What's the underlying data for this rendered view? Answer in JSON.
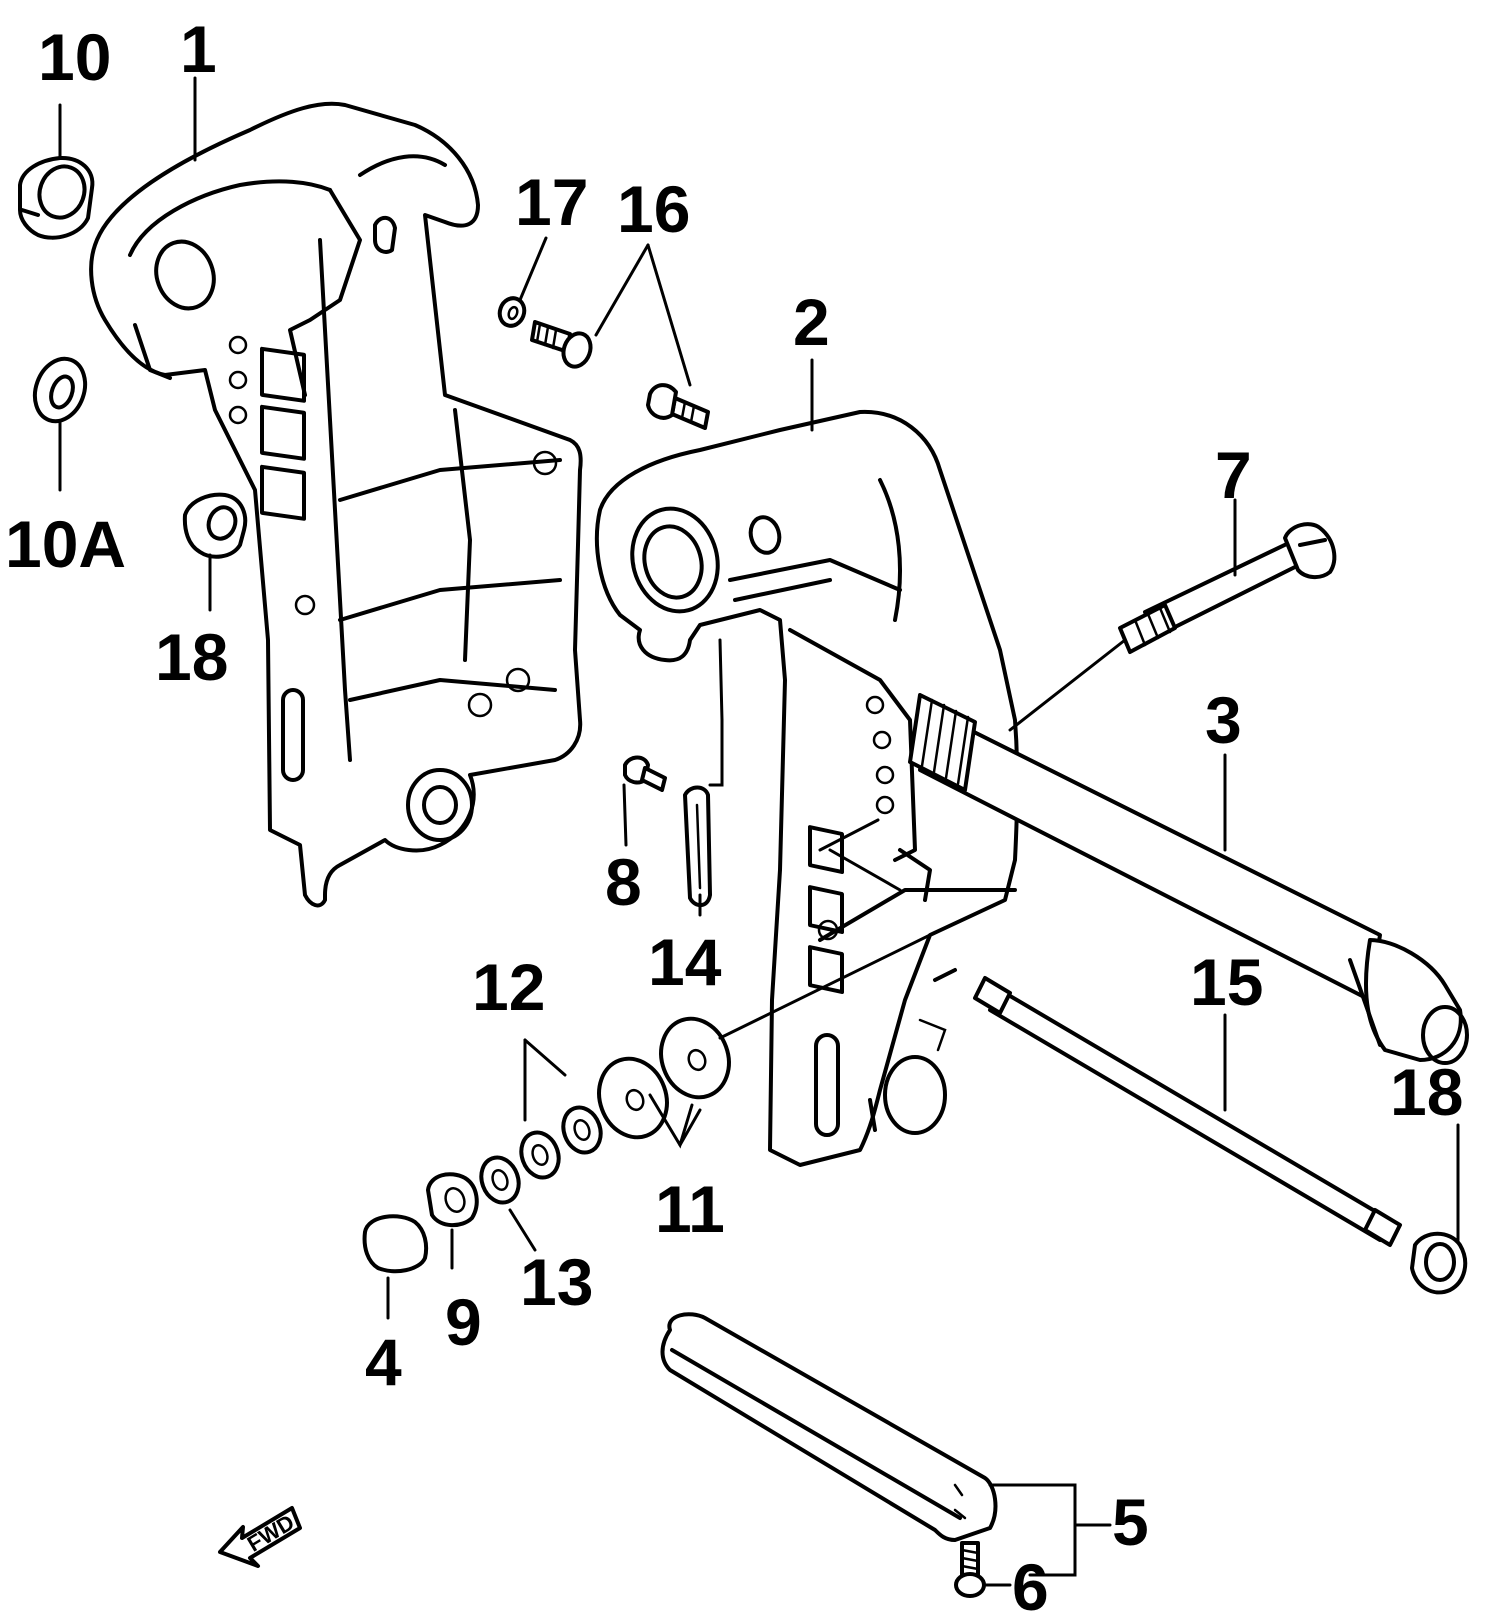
{
  "callouts": {
    "c1": "1",
    "c2": "2",
    "c3": "3",
    "c4": "4",
    "c5": "5",
    "c6": "6",
    "c7": "7",
    "c8": "8",
    "c9": "9",
    "c10": "10",
    "c10a": "10A",
    "c11": "11",
    "c12": "12",
    "c13": "13",
    "c14": "14",
    "c15": "15",
    "c16": "16",
    "c17": "17",
    "c18a": "18",
    "c18b": "18"
  },
  "direction": {
    "label": "FWD",
    "icon": "forward-arrow-icon"
  }
}
